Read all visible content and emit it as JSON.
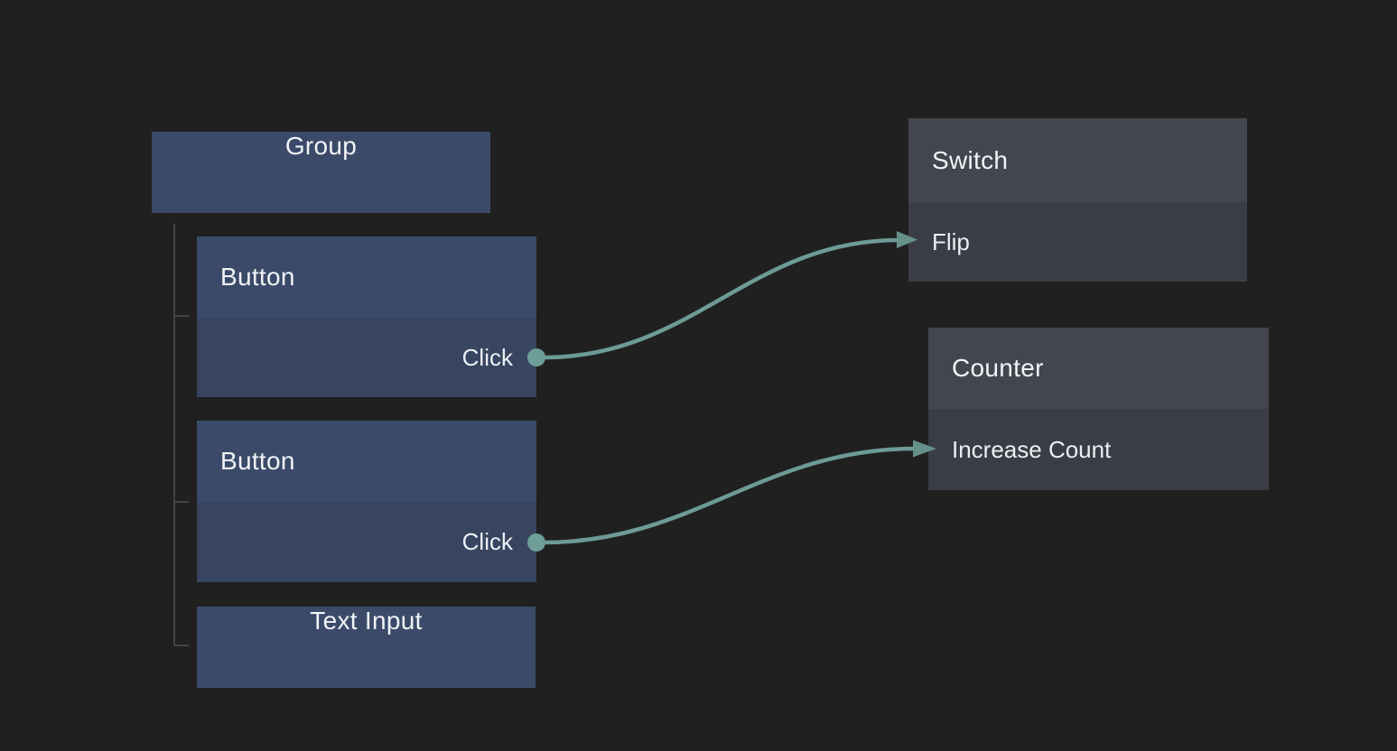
{
  "colors": {
    "background": "#202020",
    "node_blue_header": "#3b4a69",
    "node_blue_body": "#374560",
    "node_gray_header": "#43454f",
    "node_gray_body": "#3b3d46",
    "edge_teal": "#6d9b95",
    "port_teal": "#6f9d97",
    "hierarchy_line": "#4f5051",
    "text": "#f1f3f6"
  },
  "nodes": {
    "group": {
      "title": "Group"
    },
    "button1": {
      "title": "Button",
      "output_port": "Click"
    },
    "button2": {
      "title": "Button",
      "output_port": "Click"
    },
    "text_input": {
      "title": "Text Input"
    },
    "switch": {
      "title": "Switch",
      "action": "Flip"
    },
    "counter": {
      "title": "Counter",
      "action": "Increase Count"
    }
  },
  "hierarchy": {
    "parent": "Group",
    "children": [
      "Button",
      "Button",
      "Text Input"
    ]
  },
  "edges": [
    {
      "from_node": "Button",
      "from_port": "Click",
      "to_node": "Switch",
      "to_action": "Flip"
    },
    {
      "from_node": "Button",
      "from_port": "Click",
      "to_node": "Counter",
      "to_action": "Increase Count"
    }
  ]
}
